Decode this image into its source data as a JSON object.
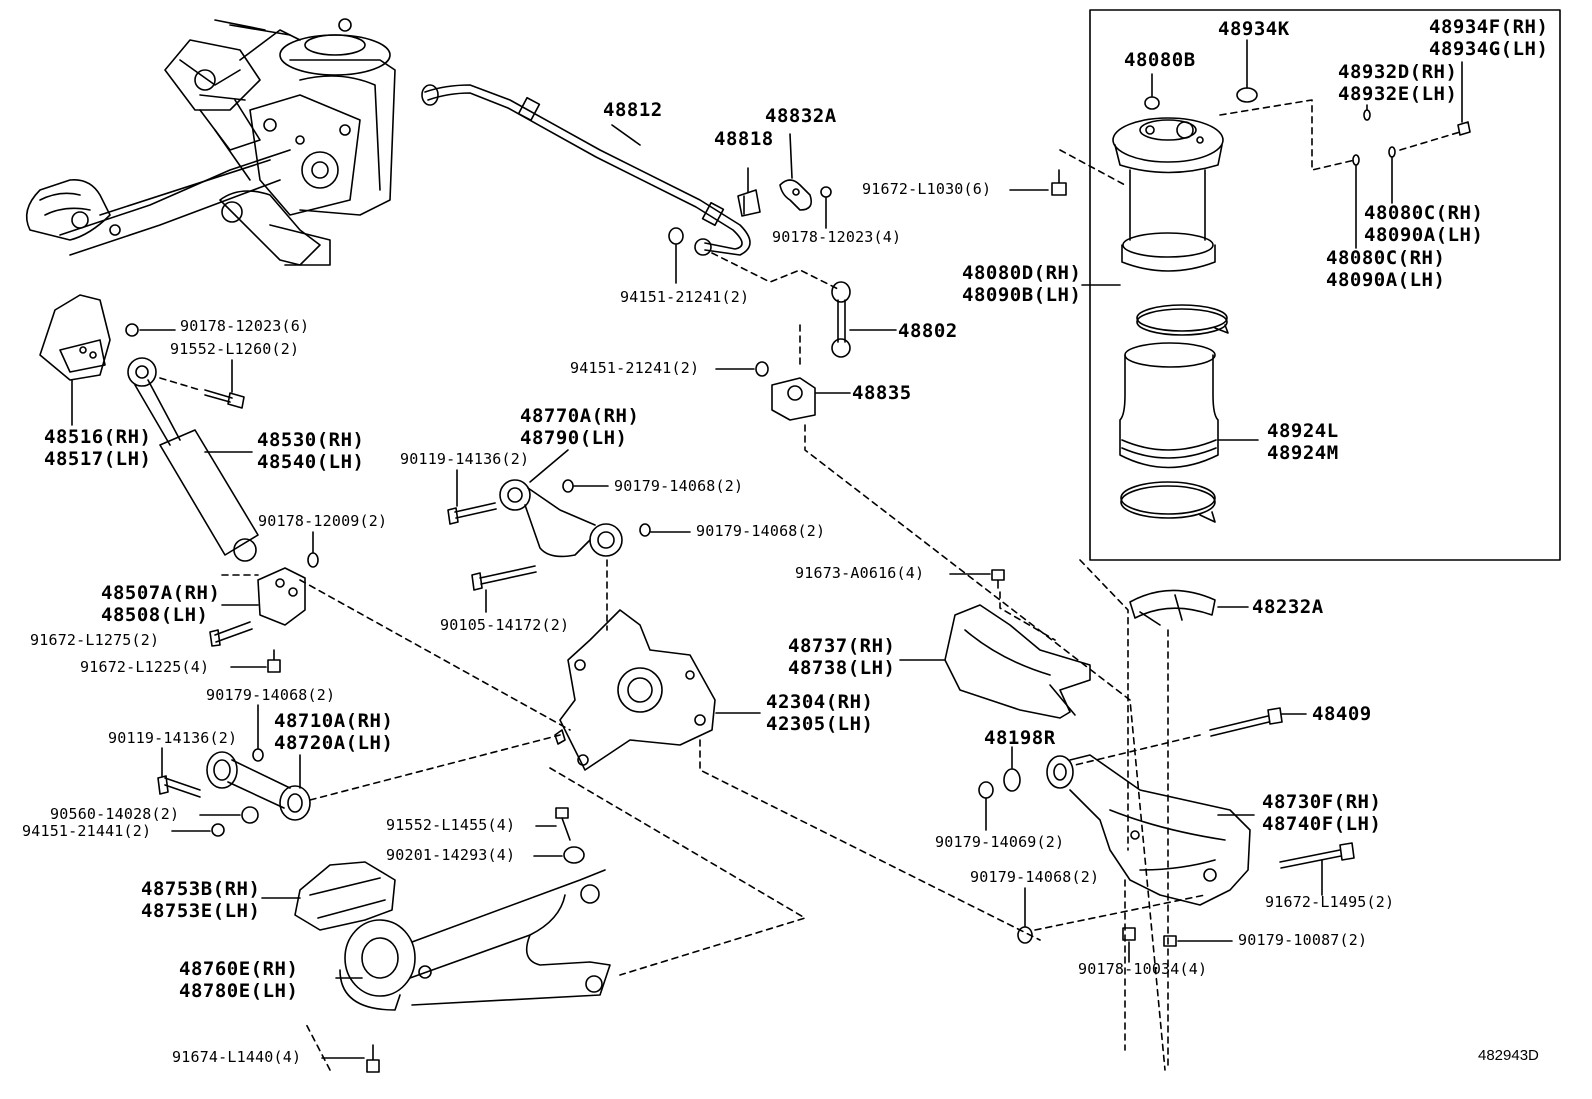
{
  "diagram_id": "482943D",
  "callouts": [
    {
      "key": "c48812",
      "text": "48812"
    },
    {
      "key": "c48832A",
      "text": "48832A"
    },
    {
      "key": "c48818",
      "text": "48818"
    },
    {
      "key": "c91672_L1030",
      "text": "91672-L1030(6)"
    },
    {
      "key": "c90178_12023_4",
      "text": "90178-12023(4)"
    },
    {
      "key": "c94151_21241_a",
      "text": "94151-21241(2)"
    },
    {
      "key": "c48802",
      "text": "48802"
    },
    {
      "key": "c94151_21241_b",
      "text": "94151-21241(2)"
    },
    {
      "key": "c48835",
      "text": "48835"
    },
    {
      "key": "c48934K",
      "text": "48934K"
    },
    {
      "key": "c48080B",
      "text": "48080B"
    },
    {
      "key": "c48934F",
      "text": "48934F(RH)"
    },
    {
      "key": "c48934G",
      "text": "48934G(LH)"
    },
    {
      "key": "c48932D",
      "text": "48932D(RH)"
    },
    {
      "key": "c48932E",
      "text": "48932E(LH)"
    },
    {
      "key": "c48080C_a",
      "text": "48080C(RH)"
    },
    {
      "key": "c48090A_a",
      "text": "48090A(LH)"
    },
    {
      "key": "c48080C_b",
      "text": "48080C(RH)"
    },
    {
      "key": "c48090A_b",
      "text": "48090A(LH)"
    },
    {
      "key": "c48080D",
      "text": "48080D(RH)"
    },
    {
      "key": "c48090B",
      "text": "48090B(LH)"
    },
    {
      "key": "c48924L",
      "text": "48924L"
    },
    {
      "key": "c48924M",
      "text": "48924M"
    },
    {
      "key": "c90178_12023_6",
      "text": "90178-12023(6)"
    },
    {
      "key": "c91552_L1260",
      "text": "91552-L1260(2)"
    },
    {
      "key": "c48516",
      "text": "48516(RH)"
    },
    {
      "key": "c48517",
      "text": "48517(LH)"
    },
    {
      "key": "c48530",
      "text": "48530(RH)"
    },
    {
      "key": "c48540",
      "text": "48540(LH)"
    },
    {
      "key": "c90178_12009",
      "text": "90178-12009(2)"
    },
    {
      "key": "c48507A",
      "text": "48507A(RH)"
    },
    {
      "key": "c48508",
      "text": "48508(LH)"
    },
    {
      "key": "c91672_L1275",
      "text": "91672-L1275(2)"
    },
    {
      "key": "c91672_L1225",
      "text": "91672-L1225(4)"
    },
    {
      "key": "c90179_14068_a",
      "text": "90179-14068(2)"
    },
    {
      "key": "c48710A",
      "text": "48710A(RH)"
    },
    {
      "key": "c48720A",
      "text": "48720A(LH)"
    },
    {
      "key": "c90119_14136_a",
      "text": "90119-14136(2)"
    },
    {
      "key": "c90560_14028",
      "text": "90560-14028(2)"
    },
    {
      "key": "c94151_21441",
      "text": "94151-21441(2)"
    },
    {
      "key": "c48770A",
      "text": "48770A(RH)"
    },
    {
      "key": "c48790",
      "text": "48790(LH)"
    },
    {
      "key": "c90119_14136_b",
      "text": "90119-14136(2)"
    },
    {
      "key": "c90179_14068_b",
      "text": "90179-14068(2)"
    },
    {
      "key": "c90179_14068_c",
      "text": "90179-14068(2)"
    },
    {
      "key": "c90105_14172",
      "text": "90105-14172(2)"
    },
    {
      "key": "c91673_A0616",
      "text": "91673-A0616(4)"
    },
    {
      "key": "c48232A",
      "text": "48232A"
    },
    {
      "key": "c48737",
      "text": "48737(RH)"
    },
    {
      "key": "c48738",
      "text": "48738(LH)"
    },
    {
      "key": "c42304",
      "text": "42304(RH)"
    },
    {
      "key": "c42305",
      "text": "42305(LH)"
    },
    {
      "key": "c48409",
      "text": "48409"
    },
    {
      "key": "c48198R",
      "text": "48198R"
    },
    {
      "key": "c48730F",
      "text": "48730F(RH)"
    },
    {
      "key": "c48740F",
      "text": "48740F(LH)"
    },
    {
      "key": "c90179_14069",
      "text": "90179-14069(2)"
    },
    {
      "key": "c91672_L1495",
      "text": "91672-L1495(2)"
    },
    {
      "key": "c90179_14068_d",
      "text": "90179-14068(2)"
    },
    {
      "key": "c90179_10087",
      "text": "90179-10087(2)"
    },
    {
      "key": "c90178_10034",
      "text": "90178-10034(4)"
    },
    {
      "key": "c91552_L1455",
      "text": "91552-L1455(4)"
    },
    {
      "key": "c90201_14293",
      "text": "90201-14293(4)"
    },
    {
      "key": "c48753B",
      "text": "48753B(RH)"
    },
    {
      "key": "c48753E",
      "text": "48753E(LH)"
    },
    {
      "key": "c48760E",
      "text": "48760E(RH)"
    },
    {
      "key": "c48780E",
      "text": "48780E(LH)"
    },
    {
      "key": "c91674_L1440",
      "text": "91674-L1440(4)"
    }
  ]
}
